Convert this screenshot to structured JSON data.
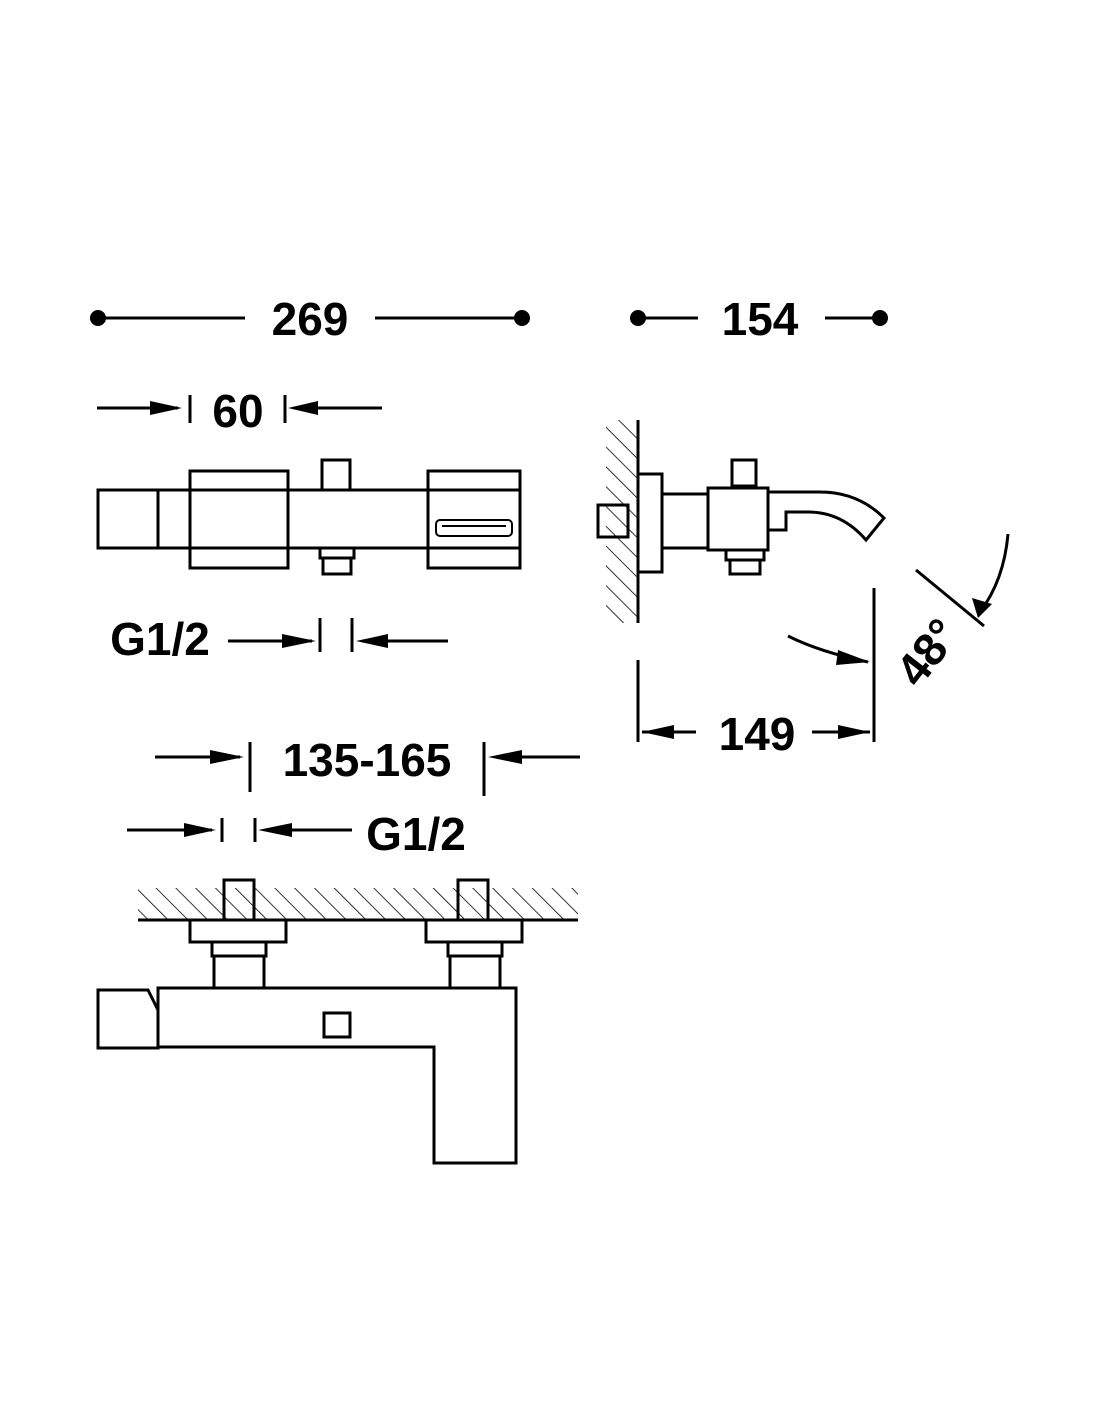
{
  "dimensions": {
    "overall_width": "269",
    "overall_depth": "154",
    "handle_width": "60",
    "thread_top": "G1/2",
    "wall_to_spout": "149",
    "center_distance": "135-165",
    "thread_bottom": "G1/2",
    "spout_angle": "48°"
  },
  "colors": {
    "line": "#000000",
    "background": "#ffffff"
  }
}
